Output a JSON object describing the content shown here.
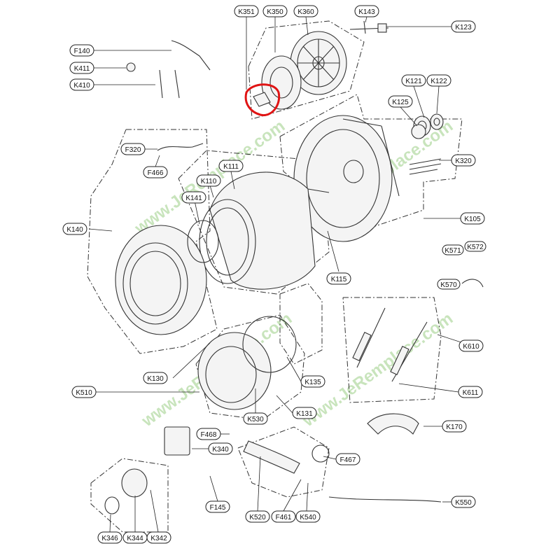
{
  "watermark": "www.JeRemplace.com",
  "highlight_color": "#e01414",
  "watermark_color": "#9ccf86",
  "labels": [
    {
      "id": "K351",
      "text": "K351"
    },
    {
      "id": "K350",
      "text": "K350"
    },
    {
      "id": "K360",
      "text": "K360"
    },
    {
      "id": "K143",
      "text": "K143"
    },
    {
      "id": "K123",
      "text": "K123"
    },
    {
      "id": "F140",
      "text": "F140"
    },
    {
      "id": "K411",
      "text": "K411"
    },
    {
      "id": "K410",
      "text": "K410"
    },
    {
      "id": "K121",
      "text": "K121"
    },
    {
      "id": "K122",
      "text": "K122"
    },
    {
      "id": "K125",
      "text": "K125"
    },
    {
      "id": "F320",
      "text": "F320"
    },
    {
      "id": "F466a",
      "text": "F466"
    },
    {
      "id": "K111",
      "text": "K111"
    },
    {
      "id": "K110",
      "text": "K110"
    },
    {
      "id": "K141",
      "text": "K141"
    },
    {
      "id": "K320",
      "text": "K320"
    },
    {
      "id": "K140",
      "text": "K140"
    },
    {
      "id": "K105",
      "text": "K105"
    },
    {
      "id": "K571",
      "text": "K571"
    },
    {
      "id": "K572",
      "text": "K572"
    },
    {
      "id": "K570",
      "text": "K570"
    },
    {
      "id": "K115",
      "text": "K115"
    },
    {
      "id": "K610",
      "text": "K610"
    },
    {
      "id": "K130",
      "text": "K130"
    },
    {
      "id": "K135",
      "text": "K135"
    },
    {
      "id": "K510",
      "text": "K510"
    },
    {
      "id": "K611",
      "text": "K611"
    },
    {
      "id": "K131",
      "text": "K131"
    },
    {
      "id": "K530",
      "text": "K530"
    },
    {
      "id": "K170",
      "text": "K170"
    },
    {
      "id": "F468",
      "text": "F468"
    },
    {
      "id": "K340",
      "text": "K340"
    },
    {
      "id": "F467",
      "text": "F467"
    },
    {
      "id": "K550",
      "text": "K550"
    },
    {
      "id": "F145",
      "text": "F145"
    },
    {
      "id": "K520",
      "text": "K520"
    },
    {
      "id": "F461",
      "text": "F461"
    },
    {
      "id": "K540",
      "text": "K540"
    },
    {
      "id": "K346",
      "text": "K346"
    },
    {
      "id": "K344",
      "text": "K344"
    },
    {
      "id": "K342",
      "text": "K342"
    }
  ]
}
